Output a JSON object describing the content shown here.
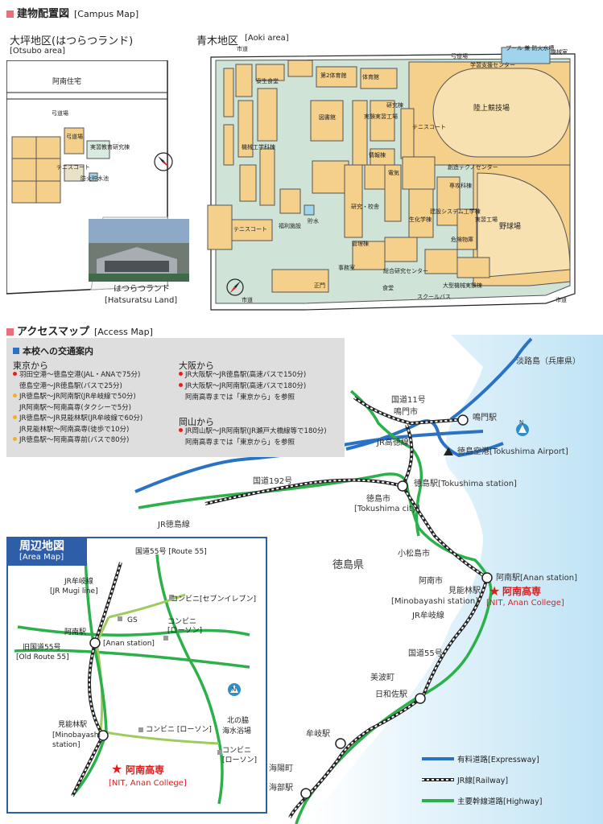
{
  "campus_map": {
    "title": "建物配置図",
    "title_en": "[Campus Map]",
    "otsubo": {
      "title": "大坪地区(はつらつランド)",
      "title_en": "[Otsubo area]",
      "labels": [
        "阿南住宅",
        "弓道場",
        "弓道場",
        "実習教育研究棟",
        "テニスコート",
        "防火貯水池"
      ],
      "photo_caption": "はつらつランド",
      "photo_caption_en": "[Hatsuratsu Land]"
    },
    "aoki": {
      "title": "青木地区",
      "title_en": "[Aoki area]",
      "labels": {
        "road_top": "市道",
        "road_bottom": "市道",
        "road_right": "市道",
        "kikaibako": "機械室",
        "pool": "プール 兼 防火水槽",
        "kyudo": "弓道場",
        "gakushu": "学習支援センター",
        "sportsfield": "陸上競技場",
        "baseball": "野球場",
        "tennis1": "テニスコート",
        "tennis2": "テニスコート",
        "gym1": "第2体育館",
        "gym2": "体育館",
        "library": "図書館",
        "sokan": "創造テクノセンター",
        "fuku": "福利施設",
        "shiken": "実験実習工場",
        "kenkyu": "研究棟",
        "doc_dorm": "寮生食堂",
        "suisho": "貯水",
        "seimon": "正門",
        "kamome": "大型機械実験棟",
        "schoolbus": "スクールバス",
        "jimu": "事務室",
        "center": "総合研究センター",
        "kenkyu2": "研究・校舎",
        "kanri": "管理棟",
        "denki": "電気",
        "joho": "情報棟",
        "seikagaku": "生化学棟",
        "kensetsu": "建設システム工学棟",
        "machine": "機械工学科棟",
        "senkou": "専攻科棟",
        "kiken": "危険物庫",
        "shokudo": "食堂",
        "jisshu": "実習工場"
      }
    }
  },
  "access_map": {
    "title": "アクセスマップ",
    "title_en": "[Access Map]",
    "info": {
      "title": "本校への交通案内",
      "from_tokyo": "東京から",
      "tokyo_lines": [
        {
          "dot": "r",
          "text": "羽田空港～徳島空港(JAL・ANAで75分)"
        },
        {
          "dot": "",
          "text": "徳島空港～JR徳島駅(バスで25分)"
        },
        {
          "dot": "y",
          "text": "JR徳島駅～JR阿南駅(JR牟岐線で50分)"
        },
        {
          "dot": "",
          "text": "JR阿南駅～阿南高専(タクシーで5分)"
        },
        {
          "dot": "y",
          "text": "JR徳島駅～JR見能林駅(JR牟岐線で60分)"
        },
        {
          "dot": "",
          "text": "JR見能林駅～阿南高専(徒歩で10分)"
        },
        {
          "dot": "y",
          "text": "JR徳島駅～阿南高専前(バスで80分)"
        }
      ],
      "from_osaka": "大阪から",
      "osaka_lines": [
        {
          "dot": "r",
          "text": "JR大阪駅～JR徳島駅(高速バスで150分)"
        },
        {
          "dot": "r",
          "text": "JR大阪駅～JR阿南駅(高速バスで180分)"
        },
        {
          "dot": "",
          "text": "阿南高専までは「東京から」を参照"
        }
      ],
      "from_okayama": "岡山から",
      "okayama_lines": [
        {
          "dot": "r",
          "text": "JR岡山駅～JR阿南駅(JR瀬戸大橋線等で180分)"
        },
        {
          "dot": "",
          "text": "阿南高専までは「東京から」を参照"
        }
      ]
    },
    "places": {
      "awaji": "淡路島（兵庫県）",
      "route11": "国道11号",
      "naruto_city": "鳴門市",
      "naruto_st": "鳴門駅",
      "jr_kotoku": "JR高徳線",
      "airport": "徳島空港[Tokushima Airport]",
      "route192": "国道192号",
      "tokushima_st": "徳島駅[Tokushima station]",
      "tokushima_city": "徳島市",
      "tokushima_city_en": "[Tokushima city]",
      "jr_tokushima_line": "JR徳島線",
      "komatsushima": "小松島市",
      "pref": "徳島県",
      "anan_city": "阿南市",
      "anan_st": "阿南駅[Anan station]",
      "minobayashi": "見能林駅",
      "minobayashi_en": "[Minobayashi station]",
      "college": "阿南高専",
      "college_en": "[NIT, Anan College]",
      "jr_mugi": "JR牟岐線",
      "route55": "国道55号",
      "mihama": "美波町",
      "hiwasa": "日和佐駅",
      "mugi_st": "牟岐駅",
      "kaiyo": "海陽町",
      "kaifu_st": "海部駅",
      "north": "N"
    },
    "legend": [
      {
        "name": "有料道路[Expressway]",
        "color": "#2a73c4",
        "type": "solid"
      },
      {
        "name": "JR線[Railway]",
        "color": "#222222",
        "type": "rail"
      },
      {
        "name": "主要幹線道路[Highway]",
        "color": "#2bb04a",
        "type": "solid"
      }
    ]
  },
  "area_map": {
    "title": "周辺地図",
    "title_en": "[Area Map]",
    "route55": "国道55号 [Route 55]",
    "jr_mugi": "JR牟岐線",
    "jr_mugi_en": "[JR Mugi line]",
    "seven": "コンビニ[セブンイレブン]",
    "gs": "GS",
    "conv1": "コンビニ",
    "conv1_en": "[ローソン]",
    "anan_st": "阿南駅",
    "anan_st_en": "[Anan station]",
    "old55": "旧国道55号",
    "old55_en": "[Old Route 55]",
    "minobayashi": "見能林駅",
    "minobayashi_en": "[Minobayashi",
    "minobayashi_en2": "station]",
    "conv2": "コンビニ [ローソン]",
    "kitanowaki": "北の脇",
    "kitanowaki2": "海水浴場",
    "conv3": "コンビニ",
    "conv3_en": "[ローソン]",
    "college": "阿南高専",
    "college_en": "[NIT, Anan College]",
    "north": "N"
  }
}
